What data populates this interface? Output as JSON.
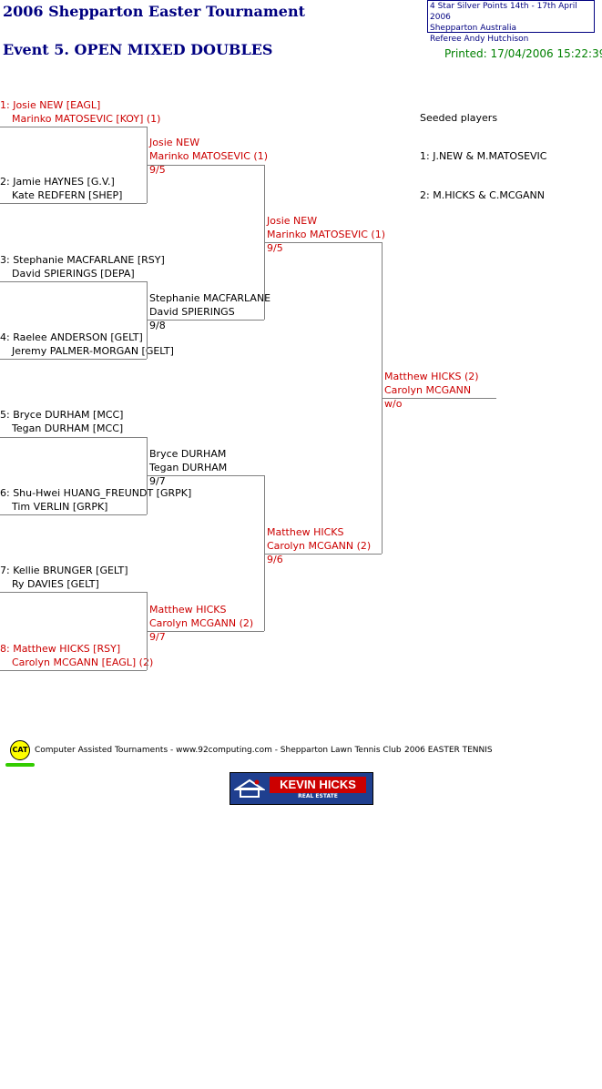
{
  "header": {
    "tournament_title": "2006 Shepparton Easter Tournament",
    "event_title": "Event 5. OPEN MIXED DOUBLES",
    "info_line1": "4 Star Silver Points    14th - 17th April 2006",
    "info_line2": "Shepparton    Australia",
    "info_line3": "Referee   Andy Hutchison",
    "printed": "Printed: 17/04/2006 15:22:39"
  },
  "round1": [
    {
      "p1": "1: Josie NEW [EAGL]",
      "p2": "Marinko MATOSEVIC [KOY] (1)",
      "color": "red"
    },
    {
      "p1": "2: Jamie HAYNES [G.V.]",
      "p2": "Kate REDFERN [SHEP]",
      "color": "black"
    },
    {
      "p1": "3: Stephanie MACFARLANE [RSY]",
      "p2": "David SPIERINGS [DEPA]",
      "color": "black"
    },
    {
      "p1": "4: Raelee ANDERSON [GELT]",
      "p2": "Jeremy PALMER-MORGAN [GELT]",
      "color": "black"
    },
    {
      "p1": "5: Bryce DURHAM [MCC]",
      "p2": "Tegan DURHAM [MCC]",
      "color": "black"
    },
    {
      "p1": "6: Shu-Hwei HUANG_FREUNDT [GRPK]",
      "p2": "Tim VERLIN [GRPK]",
      "color": "black"
    },
    {
      "p1": "7: Kellie BRUNGER [GELT]",
      "p2": "Ry DAVIES [GELT]",
      "color": "black"
    },
    {
      "p1": "8: Matthew HICKS [RSY]",
      "p2": "Carolyn MCGANN [EAGL] (2)",
      "color": "red"
    }
  ],
  "round2": [
    {
      "p1": "Josie NEW",
      "p2": "Marinko MATOSEVIC (1)",
      "score": "9/5",
      "color": "red"
    },
    {
      "p1": "Stephanie MACFARLANE",
      "p2": "David SPIERINGS",
      "score": "9/8",
      "color": "black"
    },
    {
      "p1": "Bryce DURHAM",
      "p2": "Tegan DURHAM",
      "score": "9/7",
      "color": "black"
    },
    {
      "p1": "Matthew HICKS",
      "p2": "Carolyn MCGANN (2)",
      "score": "9/7",
      "color": "red"
    }
  ],
  "round3": [
    {
      "p1": "Josie NEW",
      "p2": "Marinko MATOSEVIC (1)",
      "score": "9/5",
      "color": "red"
    },
    {
      "p1": "Matthew HICKS",
      "p2": "Carolyn MCGANN (2)",
      "score": "9/6",
      "color": "red"
    }
  ],
  "final": {
    "p1": "Matthew HICKS (2)",
    "p2": "Carolyn MCGANN",
    "score": "w/o",
    "color": "red"
  },
  "seeds": {
    "title": "Seeded players",
    "items": [
      "1: J.NEW & M.MATOSEVIC",
      "2: M.HICKS & C.MCGANN"
    ]
  },
  "footer": {
    "cat_logo": "CAT",
    "text": "Computer Assisted Tournaments - www.92computing.com -  Shepparton Lawn Tennis Club",
    "event": "2006 EASTER TENNIS",
    "sponsor_name": "KEVIN HICKS",
    "sponsor_sub": "REAL ESTATE",
    "sponsor_icon": "house-icon"
  }
}
